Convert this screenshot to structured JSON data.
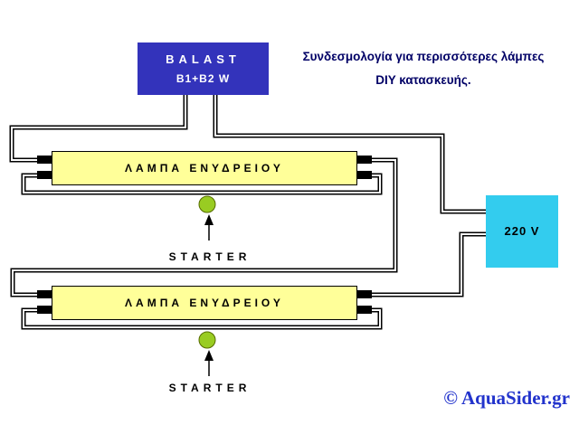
{
  "title_caption": {
    "line1": "Συνδεσμολογία για περισσότερες λάμπες",
    "line2": "DIY κατασκευής."
  },
  "ballast": {
    "name": "BALAST",
    "rating": "B1+B2 W"
  },
  "lamps": {
    "lamp1_label": "ΛΑΜΠΑ ΕΝΥΔΡΕΙΟΥ",
    "lamp2_label": "ΛΑΜΠΑ ΕΝΥΔΡΕΙΟΥ"
  },
  "starters": {
    "starter1_label": "STARTER",
    "starter2_label": "STARTER"
  },
  "power": {
    "label": "220 V"
  },
  "watermark": {
    "text": "© AquaSider.gr"
  },
  "colors": {
    "ballast_bg": "#3333bb",
    "lamp_bg": "#ffff99",
    "power_bg": "#33ccee",
    "starter_fill": "#99cc22",
    "caption_text": "#000066",
    "watermark_text": "#2233cc",
    "wire": "#000000"
  }
}
